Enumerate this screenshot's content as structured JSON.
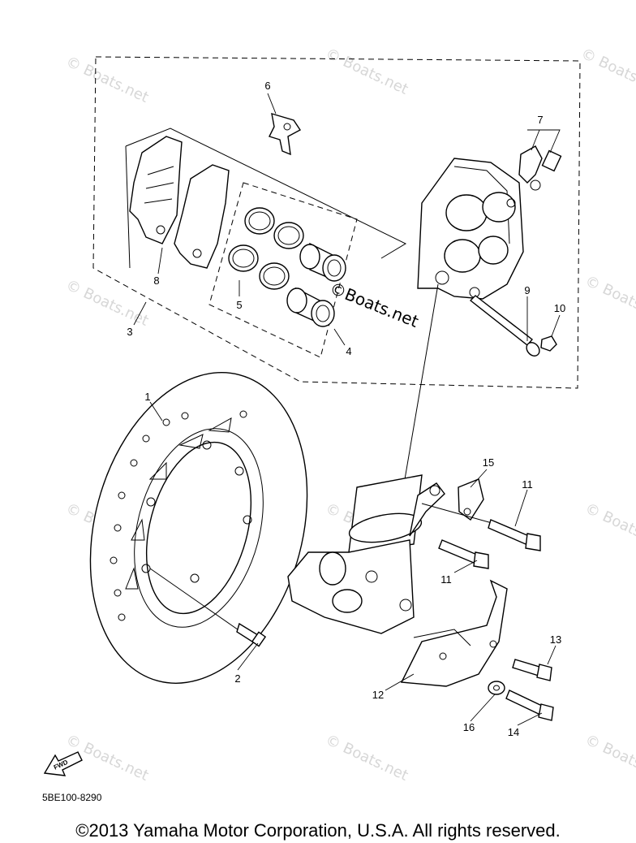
{
  "watermark": "Boats.net",
  "copyright_symbol": "©",
  "fwd_label": "FWD",
  "diagram_code": "5BE100-8290",
  "copyright": "©2013 Yamaha Motor Corporation, U.S.A. All rights reserved.",
  "callouts": [
    "1",
    "2",
    "3",
    "4",
    "5",
    "6",
    "7",
    "8",
    "9",
    "10",
    "11",
    "11",
    "12",
    "13",
    "14",
    "15",
    "16"
  ]
}
